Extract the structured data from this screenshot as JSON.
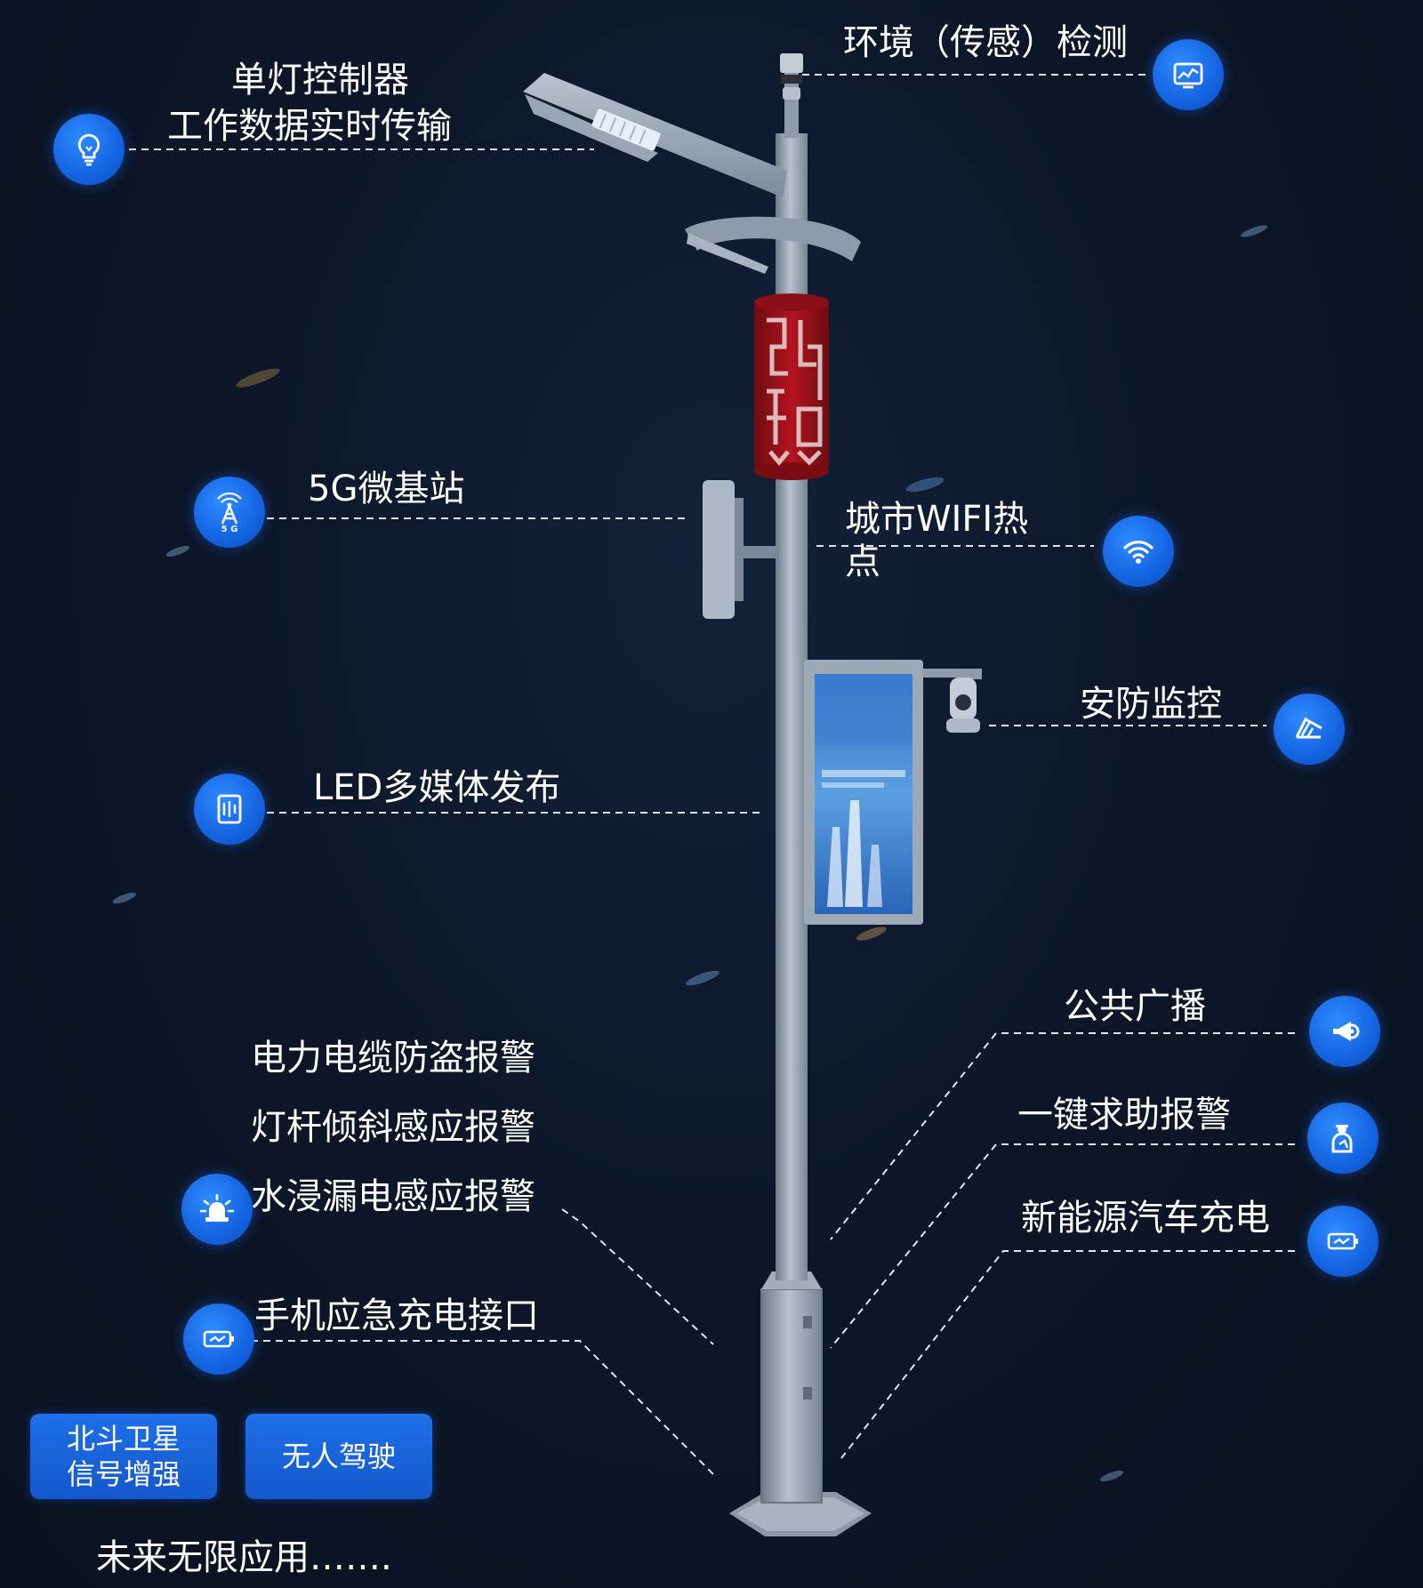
{
  "features": {
    "env_sensor": "环境（传感）检测",
    "controller_line1": "单灯控制器",
    "controller_line2": "工作数据实时传输",
    "base_station": "5G微基站",
    "wifi_line1": "城市WIFI热",
    "wifi_line2": "点",
    "security": "安防监控",
    "led_media": "LED多媒体发布",
    "broadcast": "公共广播",
    "alarm_cable": "电力电缆防盗报警",
    "alarm_tilt": "灯杆倾斜感应报警",
    "alarm_water": "水浸漏电感应报警",
    "sos": "一键求助报警",
    "ev_charging": "新能源汽车充电",
    "phone_charging": "手机应急充电接口",
    "future": "未来无限应用……."
  },
  "icon_text": {
    "five_g": "5 G"
  },
  "buttons": {
    "beidou_line1": "北斗卫星",
    "beidou_line2": "信号增强",
    "autonomous": "无人驾驶"
  },
  "colors": {
    "background": "#0d1729",
    "accent_blue": "#1a6df0",
    "pole_gray": "#9aa6b6",
    "banner_red": "#a3121c"
  },
  "icons": {
    "controller": "lightbulb-icon",
    "env_sensor": "monitor-chart-icon",
    "base_station": "antenna-tower-icon",
    "wifi": "wifi-icon",
    "security": "camera-icon",
    "led_media": "led-screen-icon",
    "alarm": "alarm-siren-icon",
    "phone_charging": "battery-icon",
    "broadcast": "megaphone-icon",
    "sos": "sos-person-icon",
    "ev_charging": "ev-battery-icon"
  }
}
